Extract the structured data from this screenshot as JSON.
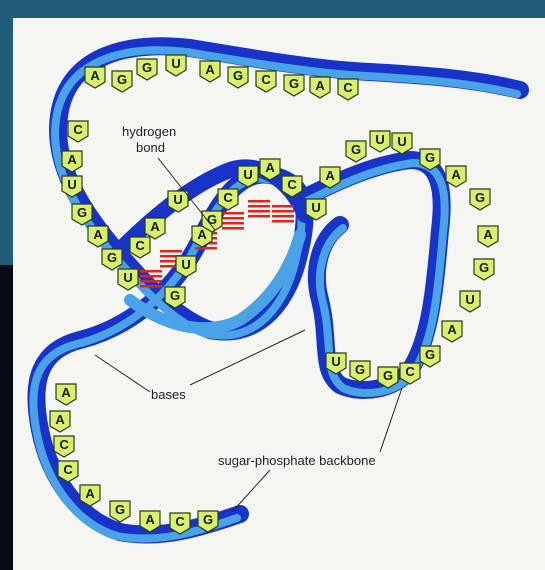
{
  "labels": {
    "hydrogen_line1": "hydrogen",
    "hydrogen_line2": "bond",
    "bases": "bases",
    "backbone": "sugar-phosphate backbone"
  },
  "colors": {
    "backbone_dark": "#1733c8",
    "backbone_light": "#4aa3e6",
    "base_fill": "#d7f06d",
    "base_stroke": "#2b3b18",
    "hbond": "#e2241d"
  },
  "bases": [
    {
      "letter": "A"
    },
    {
      "letter": "G"
    },
    {
      "letter": "G"
    },
    {
      "letter": "U"
    },
    {
      "letter": "A"
    },
    {
      "letter": "G"
    },
    {
      "letter": "C"
    },
    {
      "letter": "G"
    },
    {
      "letter": "A"
    },
    {
      "letter": "C"
    },
    {
      "letter": "C"
    },
    {
      "letter": "A"
    },
    {
      "letter": "U"
    },
    {
      "letter": "G"
    },
    {
      "letter": "A"
    },
    {
      "letter": "G"
    },
    {
      "letter": "U"
    },
    {
      "letter": "C"
    },
    {
      "letter": "A"
    },
    {
      "letter": "U"
    },
    {
      "letter": "G"
    },
    {
      "letter": "U"
    },
    {
      "letter": "A"
    },
    {
      "letter": "G"
    },
    {
      "letter": "C"
    },
    {
      "letter": "U"
    },
    {
      "letter": "A"
    },
    {
      "letter": "C"
    },
    {
      "letter": "U"
    },
    {
      "letter": "A"
    },
    {
      "letter": "G"
    },
    {
      "letter": "U"
    },
    {
      "letter": "U"
    },
    {
      "letter": "G"
    },
    {
      "letter": "A"
    },
    {
      "letter": "G"
    },
    {
      "letter": "A"
    },
    {
      "letter": "G"
    },
    {
      "letter": "U"
    },
    {
      "letter": "A"
    },
    {
      "letter": "G"
    },
    {
      "letter": "C"
    },
    {
      "letter": "G"
    },
    {
      "letter": "G"
    },
    {
      "letter": "U"
    },
    {
      "letter": "A"
    },
    {
      "letter": "A"
    },
    {
      "letter": "C"
    },
    {
      "letter": "C"
    },
    {
      "letter": "A"
    },
    {
      "letter": "G"
    },
    {
      "letter": "A"
    },
    {
      "letter": "C"
    },
    {
      "letter": "G"
    }
  ]
}
